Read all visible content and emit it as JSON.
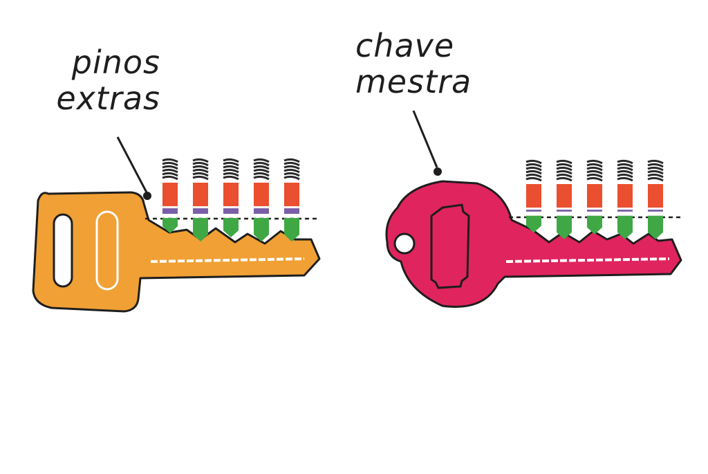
{
  "labels": {
    "extra_pins": [
      "pinos",
      "extras"
    ],
    "master_key": [
      "chave",
      "mestra"
    ]
  },
  "keys": [
    {
      "name": "extra-pins-key",
      "color": "#f0a034"
    },
    {
      "name": "master-key",
      "color": "#e0245e"
    }
  ],
  "colors": {
    "outline": "#1e1e1e",
    "driver_pin": "#ea4f2f",
    "master_pin": "#7a5fa8",
    "key_pin": "#3fa845",
    "spring": "#2a2a2a"
  },
  "pin_stacks": {
    "extra_pins_key": [
      {
        "driver": 1,
        "master": 1,
        "key": 0.5
      },
      {
        "driver": 1,
        "master": 1,
        "key": 1
      },
      {
        "driver": 1,
        "master": 1,
        "key": 0.75
      },
      {
        "driver": 1,
        "master": 1,
        "key": 1
      },
      {
        "driver": 1,
        "master": 1,
        "key": 1
      }
    ],
    "master_key": [
      {
        "driver": 1,
        "master": 0.35,
        "key": 0.6
      },
      {
        "driver": 1,
        "master": 0.35,
        "key": 1
      },
      {
        "driver": 1,
        "master": 0.35,
        "key": 0.7
      },
      {
        "driver": 1,
        "master": 0.35,
        "key": 1
      },
      {
        "driver": 1,
        "master": 0.35,
        "key": 1
      }
    ]
  }
}
